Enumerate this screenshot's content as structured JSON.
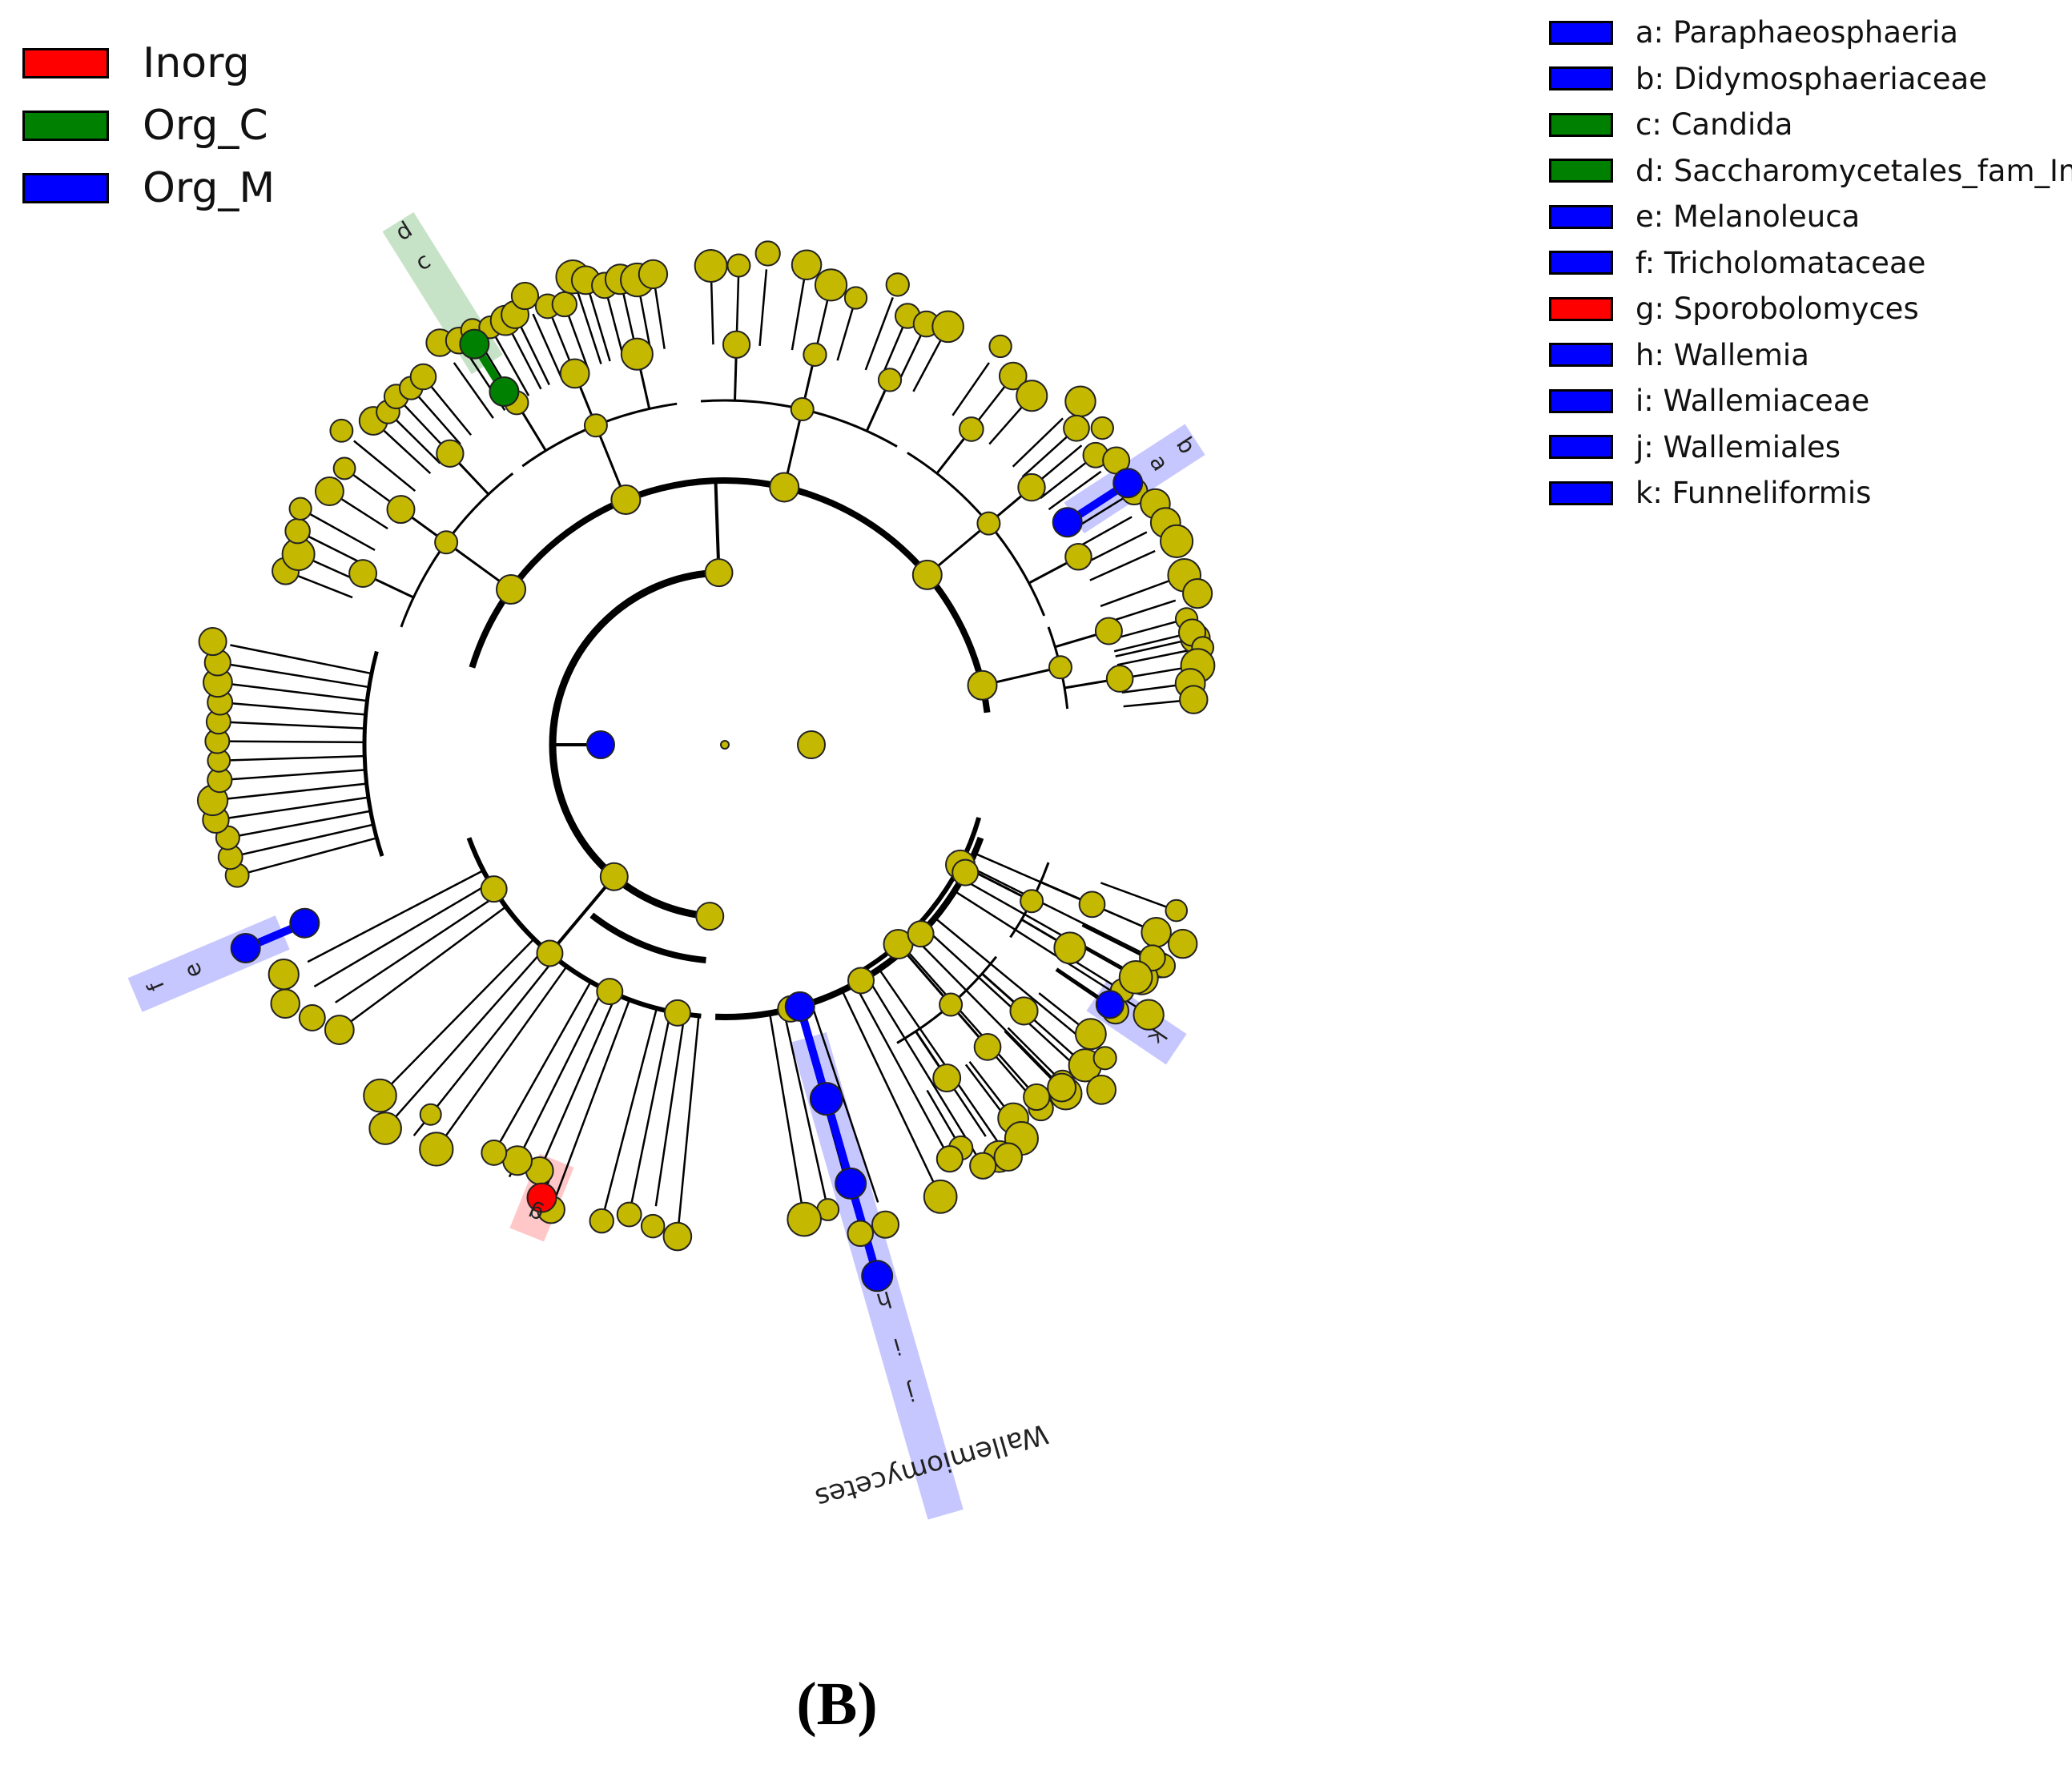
{
  "legend_groups": [
    {
      "label": "Inorg",
      "color": "#ff0000"
    },
    {
      "label": "Org_C",
      "color": "#008000"
    },
    {
      "label": "Org_M",
      "color": "#0000ff"
    }
  ],
  "legend_taxa": [
    {
      "label": "a: Paraphaeosphaeria",
      "color": "#0000ff"
    },
    {
      "label": "b: Didymosphaeriaceae",
      "color": "#0000ff"
    },
    {
      "label": "c: Candida",
      "color": "#008000"
    },
    {
      "label": "d: Saccharomycetales_fam_In",
      "color": "#008000"
    },
    {
      "label": "e: Melanoleuca",
      "color": "#0000ff"
    },
    {
      "label": "f: Tricholomataceae",
      "color": "#0000ff"
    },
    {
      "label": "g: Sporobolomyces",
      "color": "#ff0000"
    },
    {
      "label": "h: Wallemia",
      "color": "#0000ff"
    },
    {
      "label": "i: Wallemiaceae",
      "color": "#0000ff"
    },
    {
      "label": "j: Wallemiales",
      "color": "#0000ff"
    },
    {
      "label": "k: Funneliformis",
      "color": "#0000ff"
    }
  ],
  "clade_labels": {
    "a": "a",
    "b": "b",
    "c": "c",
    "d": "d",
    "e": "e",
    "f": "f",
    "g": "g",
    "h": "h",
    "i": "i",
    "j": "j",
    "k": "k",
    "class": "Wallemiomycetes"
  },
  "colors": {
    "node": "#c4b800",
    "Inorg": "#ff0000",
    "Org_C": "#008000",
    "Org_M": "#0000ff"
  },
  "caption": "(B)"
}
